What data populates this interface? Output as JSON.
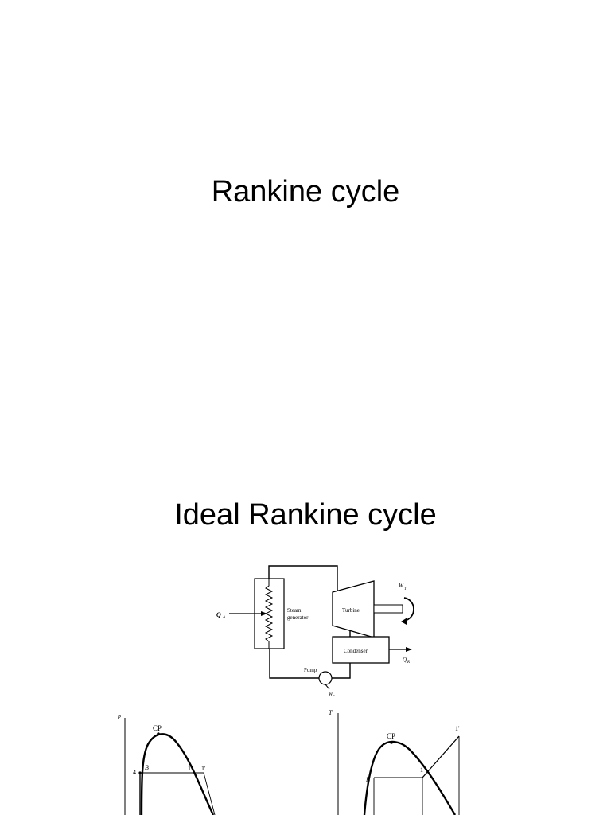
{
  "slides": [
    {
      "title": "Rankine cycle"
    },
    {
      "title": "Ideal Rankine cycle"
    }
  ],
  "schematic": {
    "heat_in": "Q",
    "heat_in_sub": "A",
    "steam_generator": [
      "Steam",
      "generator"
    ],
    "turbine": "Turbine",
    "turbine_work": "W",
    "turbine_work_sub": "T",
    "condenser": "Condenser",
    "heat_out": "Q",
    "heat_out_sub": "R",
    "pump": "Pump",
    "pump_work": "W",
    "pump_work_sub": "P"
  },
  "pv_diagram": {
    "y_axis_label": "p",
    "critical_point": "CP",
    "point_4": "4",
    "point_b": "B",
    "point_1": "1",
    "point_1p": "1'"
  },
  "ts_diagram": {
    "y_axis_label": "T",
    "critical_point": "CP",
    "point_b": "B",
    "point_1": "1",
    "point_1p": "1'"
  },
  "colors": {
    "text": "#000000",
    "background": "#ffffff"
  }
}
